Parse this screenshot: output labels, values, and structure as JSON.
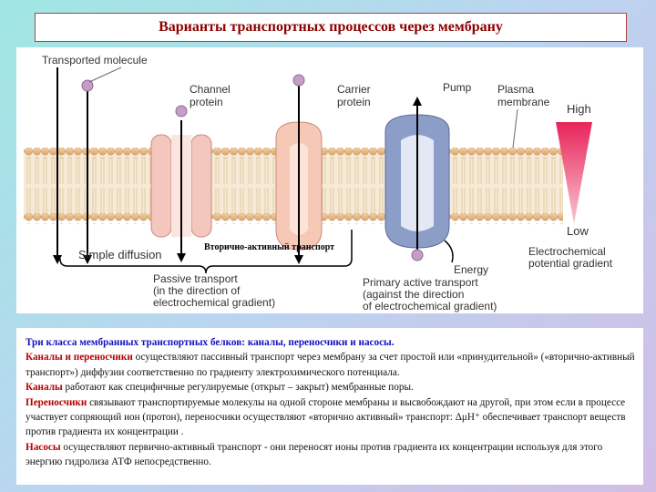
{
  "title": "Варианты транспортных процессов через мембрану",
  "figure": {
    "labels": {
      "transported_molecule": "Transported molecule",
      "channel_protein": [
        "Channel",
        "protein"
      ],
      "carrier_protein": [
        "Carrier",
        "protein"
      ],
      "pump": "Pump",
      "plasma_membrane": [
        "Plasma",
        "membrane"
      ],
      "high": "High",
      "low": "Low",
      "energy": "Energy",
      "simple_diffusion": "Simple diffusion",
      "secondary_active": "Вторично-активный транспорт",
      "passive_transport": [
        "Passive transport",
        "(in the direction of",
        "electrochemical gradient)"
      ],
      "primary_active": [
        "Primary active transport",
        "(against the direction",
        "of electrochemical gradient)"
      ],
      "gradient": [
        "Electrochemical",
        "potential gradient"
      ]
    },
    "colors": {
      "lipid_head": "#e7c08e",
      "lipid_tail": "#f2dfc0",
      "channel": "#f3c6be",
      "channel_inner": "#e9a090",
      "carrier": "#f6c9b6",
      "pump": "#8c9ec8",
      "molecule": "#c59ec8",
      "gradient": "#e8245a"
    }
  },
  "text": {
    "heading": "Три класса мембранных транспортных белков: каналы, переносчики и насосы.",
    "p1_term": "Каналы и переносчики",
    "p1_rest": " осуществляют пассивный транспорт через мембрану за счет простой или «принудительной» («вторично-активный транспорт») диффузии соответственно по градиенту электрохимического потенциала.",
    "p2_term": "Каналы",
    "p2_rest": " работают как специфичные  регулируемые (открыт – закрыт) мембранные поры.",
    "p3_term": "Переносчики",
    "p3_rest": " связывают транспортируемые молекулы на одной стороне мембраны и высвобождают на другой, при этом если в процессе участвует сопряющий ион (протон), переносчики осуществляют «вторично активный» транспорт:  ΔμH⁺  обеспечивает транспорт веществ против градиента их концентрации .",
    "p4_term": "Насосы",
    "p4_rest": " осуществляют первично-активный транспорт - они  переносят ионы против градиента их концентрации используя для этого энергию гидролиза АТФ непосредственно."
  }
}
